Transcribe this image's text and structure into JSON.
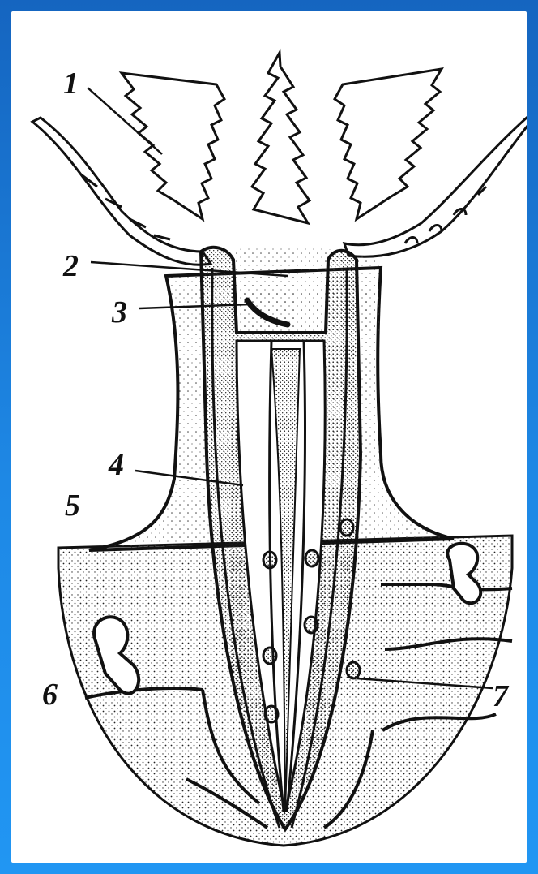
{
  "background": {
    "frame_color": "#1976d2",
    "panel_color": "#ffffff",
    "ink_color": "#111111"
  },
  "labels": [
    "1",
    "2",
    "3",
    "4",
    "5",
    "6",
    "7"
  ]
}
